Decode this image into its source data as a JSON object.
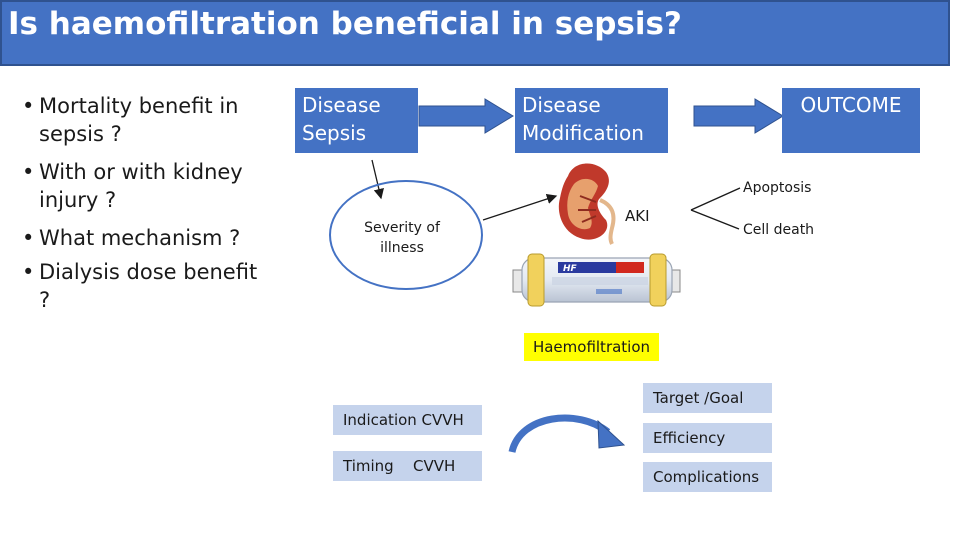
{
  "title": "Is haemofiltration beneficial in sepsis?",
  "bullets": [
    "Mortality benefit in sepsis ?",
    "With or with kidney injury ?",
    "What mechanism ?",
    "Dialysis dose benefit ?"
  ],
  "bullet_glyph": "•",
  "flow": {
    "box_sepsis": "Disease Sepsis",
    "box_modification": "Disease Modification",
    "box_outcome": "OUTCOME",
    "severity": "Severity of illness",
    "aki": "AKI",
    "apoptosis": "Apoptosis",
    "cell_death": "Cell death",
    "haemofiltration": "Haemofiltration",
    "indication": "Indication CVVH",
    "timing": "Timing",
    "timing_value": "CVVH",
    "target": "Target /Goal",
    "efficiency": "Efficiency",
    "complications": "Complications"
  },
  "images": {
    "kidney": "kidney-illustration",
    "filter": "haemofilter-cartridge",
    "filter_brand": "HF"
  },
  "colors": {
    "accent_blue": "#4472c4",
    "title_border": "#2f528f",
    "pale_blue": "#c5d3ec",
    "highlight_yellow": "#ffff00",
    "kidney_red": "#c0392b",
    "arrow_blue": "#4472c4"
  }
}
